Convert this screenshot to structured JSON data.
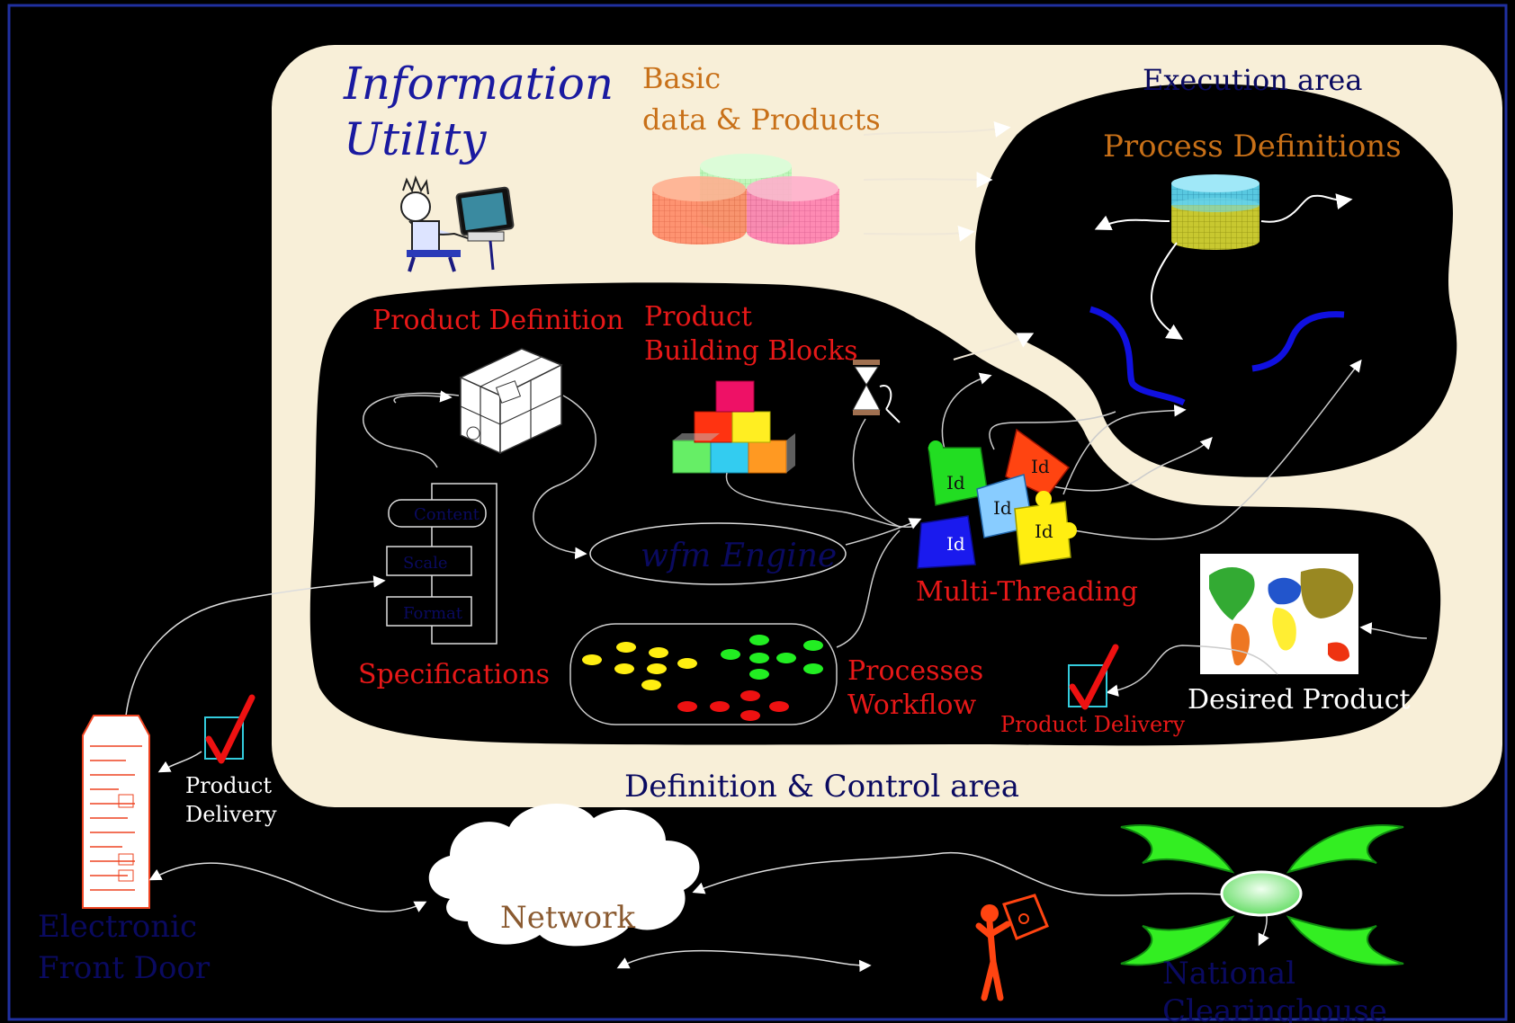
{
  "title": {
    "line1": "Information",
    "line2": "Utility"
  },
  "basic_data": {
    "line1": "Basic",
    "line2": "data & Products"
  },
  "execution_area": "Execution area",
  "process_definitions": "Process Definitions",
  "product_definition": "Product Definition",
  "building_blocks": {
    "line1": "Product",
    "line2": "Building Blocks"
  },
  "specifications": {
    "label": "Specifications",
    "items": [
      "Content",
      "Scale",
      "Format"
    ]
  },
  "wfm_engine": "wfm Engine",
  "multi_threading": "Multi-Threading",
  "puzzle_ids": [
    "Id",
    "Id",
    "Id",
    "Id"
  ],
  "processes_workflow": {
    "line1": "Processes",
    "line2": "Workflow"
  },
  "desired_product": "Desired Product",
  "product_delivery_inner": "Product Delivery",
  "product_delivery_outer": {
    "line1": "Product",
    "line2": "Delivery"
  },
  "definition_control_area": "Definition & Control area",
  "network": "Network",
  "electronic_front_door": {
    "line1": "Electronic",
    "line2": "Front Door"
  },
  "national_clearinghouse": {
    "line1": "National",
    "line2": "Clearinghouse"
  },
  "colors": {
    "background": "#000000",
    "panel": "#f8efd8",
    "title_blue": "#1a1aa0",
    "label_orange": "#c87018",
    "label_red": "#e81818",
    "dark_blue_text": "#0a0a60",
    "border": "#2030a0"
  }
}
